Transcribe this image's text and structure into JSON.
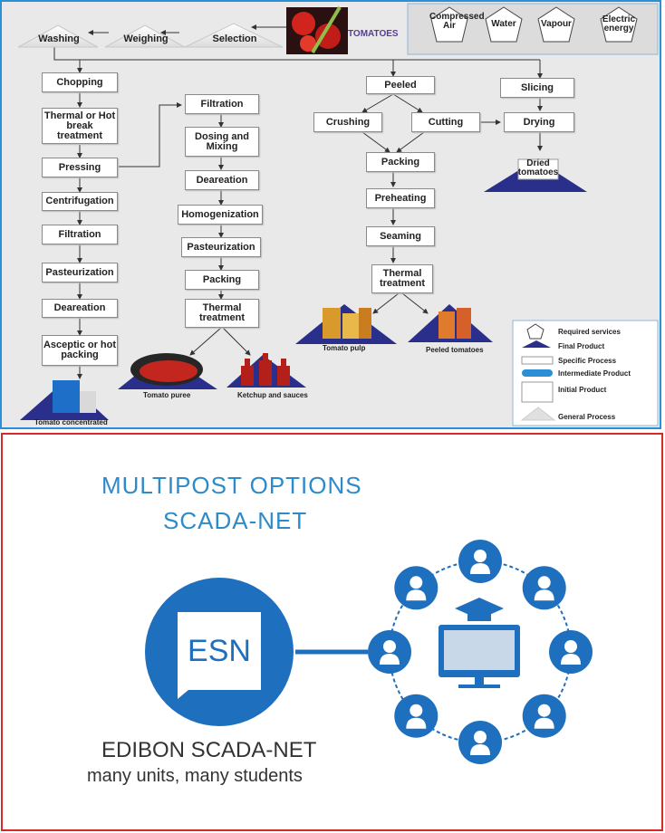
{
  "header": {
    "product": "TOMATOES"
  },
  "services": [
    "Compressed Air",
    "Water",
    "Vapour",
    "Electric energy"
  ],
  "top_row": {
    "washing": "Washing",
    "weighing": "Weighing",
    "selection": "Selection"
  },
  "col1": [
    "Chopping",
    "Thermal or Hot break treatment",
    "Pressing",
    "Centrifugation",
    "Filtration",
    "Pasteurization",
    "Deareation",
    "Asceptic or hot packing"
  ],
  "col2": [
    "Filtration",
    "Dosing and Mixing",
    "Deareation",
    "Homogenization",
    "Pasteurization",
    "Packing",
    "Thermal treatment"
  ],
  "col3": {
    "peeled": "Peeled",
    "crushing": "Crushing",
    "cutting": "Cutting",
    "packing": "Packing",
    "preheating": "Preheating",
    "seaming": "Seaming",
    "thermal": "Thermal treatment"
  },
  "col4": {
    "slicing": "Slicing",
    "drying": "Drying"
  },
  "products": {
    "concentrated": "Tomato concentrated",
    "puree": "Tomato puree",
    "ketchup": "Ketchup and sauces",
    "pulp": "Tomato pulp",
    "peeled": "Peeled tomatoes",
    "dried": "Dried tomatoes"
  },
  "legend": [
    "Required services",
    "Final Product",
    "Specific Process",
    "Intermediate Product",
    "Initial Product",
    "General Process"
  ],
  "bottom": {
    "title1": "MULTIPOST OPTIONS",
    "title2": "SCADA-NET",
    "logo": "ESN",
    "brand": "EDIBON SCADA-NET",
    "tagline": "many units, many students"
  },
  "colors": {
    "blue": "#1f6fbf",
    "frame_top": "#2b8fd6",
    "frame_bottom": "#d42a2a",
    "title": "#2e8bc9",
    "triangle": "#2b2f8c"
  }
}
